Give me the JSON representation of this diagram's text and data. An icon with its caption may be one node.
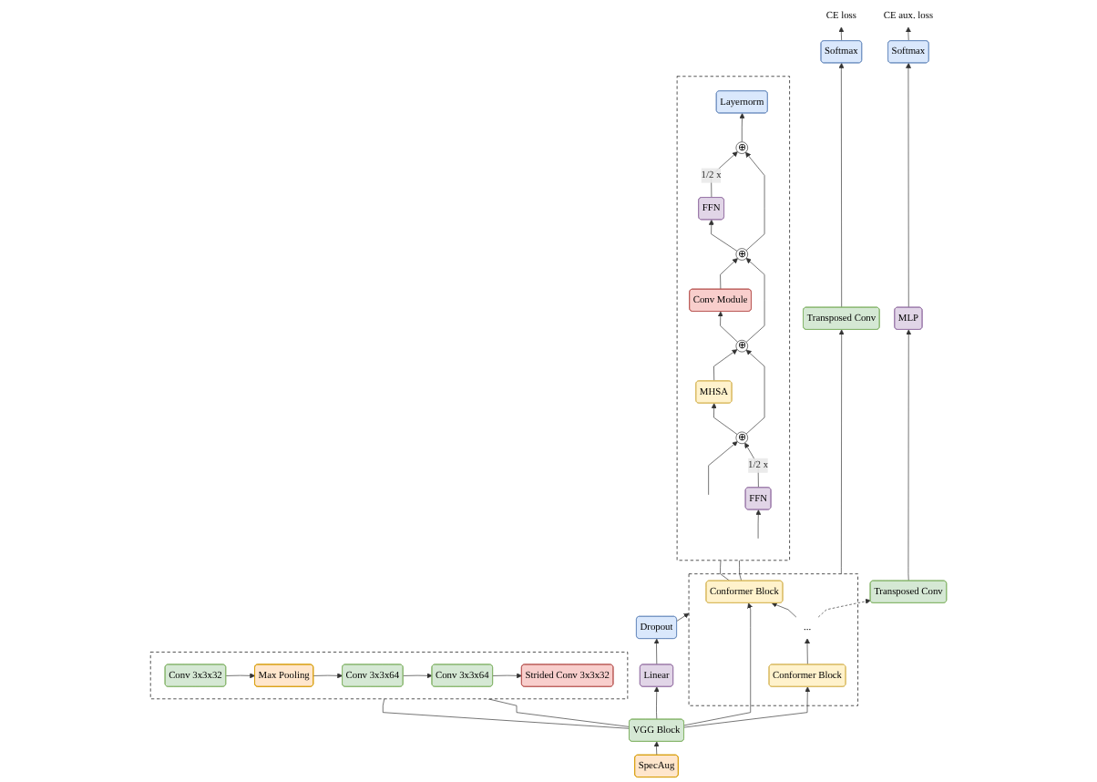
{
  "diagram": {
    "nodes": [
      {
        "text": [
          "CE aux. loss"
        ]
      },
      {
        "text": [
          "Softmax"
        ]
      },
      {
        "text": [
          "MLP"
        ]
      },
      {
        "text": [
          "Transposed Conv"
        ]
      },
      {
        "text": [
          "CE loss"
        ]
      },
      {
        "text": [
          "Softmax"
        ]
      },
      {
        "text": [
          "Transposed Conv"
        ]
      },
      {
        "text": [],
        "shape": "box"
      },
      {
        "text": [
          "Conformer Block"
        ],
        "in": 7
      },
      {
        "text": [
          "..."
        ],
        "in": 7
      },
      {
        "text": [
          "Conformer Block"
        ],
        "in": 7
      },
      {
        "text": [
          "Dropout"
        ]
      },
      {
        "text": [
          "Linear"
        ]
      },
      {
        "text": [
          "VGG Block"
        ]
      },
      {
        "text": [
          "SpecAug"
        ]
      },
      {
        "text": [],
        "shape": "box"
      },
      {
        "text": [
          "Layernorm"
        ],
        "in": 15
      },
      {
        "text": [
          "⊕"
        ],
        "in": 15
      },
      {
        "text": [
          "FFN"
        ],
        "in": 15
      },
      {
        "text": [
          "⊕"
        ],
        "in": 15
      },
      {
        "text": [
          "Conv Module"
        ],
        "in": 15
      },
      {
        "text": [
          "⊕"
        ],
        "in": 15
      },
      {
        "text": [
          "MHSA"
        ],
        "in": 15
      },
      {
        "text": [
          "⊕"
        ],
        "in": 15
      },
      {
        "text": [
          "FFN"
        ],
        "in": 15
      },
      {
        "text": [],
        "shape": "box"
      },
      {
        "text": [
          "Conv 3x3x32"
        ],
        "in": 25
      },
      {
        "text": [
          "Max Pooling"
        ],
        "in": 25
      },
      {
        "text": [
          "Conv 3x3x64"
        ],
        "in": 25
      },
      {
        "text": [
          "Conv 3x3x64"
        ],
        "in": 25
      },
      {
        "text": [
          "Strided Conv 3x3x32"
        ],
        "in": 25
      }
    ],
    "edges": [
      {
        "from": 1,
        "to": 0,
        "arrow": "to"
      },
      {
        "from": 2,
        "to": 1,
        "arrow": "to"
      },
      {
        "from": 3,
        "to": 2,
        "arrow": "to"
      },
      {
        "from": 9,
        "to": 3,
        "arrow": "to",
        "style": "dashed"
      },
      {
        "from": 5,
        "to": 4,
        "arrow": "to"
      },
      {
        "from": 6,
        "to": 5,
        "arrow": "to"
      },
      {
        "from": 7,
        "to": 6,
        "arrow": "to"
      },
      {
        "from": 10,
        "to": 9,
        "arrow": "to"
      },
      {
        "from": 9,
        "to": 8,
        "arrow": "to"
      },
      {
        "from": 11,
        "to": 7,
        "arrow": "to"
      },
      {
        "from": 12,
        "to": 11,
        "arrow": "to"
      },
      {
        "from": 13,
        "to": 12,
        "arrow": "to"
      },
      {
        "from": 14,
        "to": 13,
        "arrow": "to"
      },
      {
        "from": 13,
        "to": 8,
        "arrow": "to"
      },
      {
        "from": 13,
        "to": 10,
        "arrow": "to"
      },
      {
        "from": 8,
        "to": 15,
        "arrow": "none",
        "color": "#333333"
      },
      {
        "from": 8,
        "to": 15,
        "arrow": "none",
        "color": "#333333"
      },
      {
        "from": null,
        "to": 24,
        "arrow": "to"
      },
      {
        "from": null,
        "to": 23,
        "arrow": "to"
      },
      {
        "from": 24,
        "to": 23,
        "arrow": "to",
        "label": "1/2 x"
      },
      {
        "from": 23,
        "to": 22,
        "arrow": "to"
      },
      {
        "from": 22,
        "to": 21,
        "arrow": "to"
      },
      {
        "from": 23,
        "to": 21,
        "arrow": "to"
      },
      {
        "from": 21,
        "to": 20,
        "arrow": "to"
      },
      {
        "from": 20,
        "to": 19,
        "arrow": "to"
      },
      {
        "from": 21,
        "to": 19,
        "arrow": "to"
      },
      {
        "from": 19,
        "to": 18,
        "arrow": "to"
      },
      {
        "from": 18,
        "to": 17,
        "arrow": "to",
        "label": "1/2 x"
      },
      {
        "from": 19,
        "to": 17,
        "arrow": "to"
      },
      {
        "from": 17,
        "to": 16,
        "arrow": "to"
      },
      {
        "from": 13,
        "to": 25,
        "arrow": "none",
        "color": "#333333"
      },
      {
        "from": 13,
        "to": 25,
        "arrow": "none",
        "color": "#333333"
      },
      {
        "from": 26,
        "to": 27,
        "arrow": "to"
      },
      {
        "from": 27,
        "to": 28,
        "arrow": "to"
      },
      {
        "from": 28,
        "to": 29,
        "arrow": "to"
      },
      {
        "from": 29,
        "to": 30,
        "arrow": "to"
      }
    ]
  }
}
